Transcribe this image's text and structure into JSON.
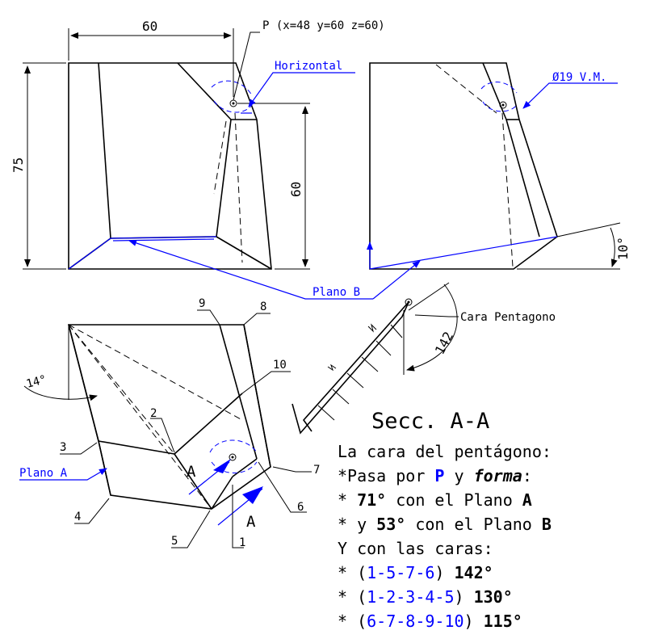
{
  "dimensions": {
    "width_60_top": "60",
    "height_75": "75",
    "height_60": "60",
    "angle_10": "10°",
    "angle_14": "14°",
    "angle_142": "142"
  },
  "callouts": {
    "point_p": "P (x=48 y=60 z=60)",
    "horizontal": "Horizontal",
    "hole": "Ø19 V.M.",
    "plano_b": "Plano B",
    "plano_a": "Plano A",
    "cara_pentagono": "Cara Pentagono",
    "section_letter_a1": "A",
    "section_letter_a2": "A"
  },
  "vertex_labels": [
    "1",
    "2",
    "3",
    "4",
    "5",
    "6",
    "7",
    "8",
    "9",
    "10"
  ],
  "notes": {
    "title": "Secc. A-A",
    "line1": "La cara del pentágono:",
    "line2_prefix": "*Pasa por ",
    "line2_p": "P",
    "line2_mid": " y ",
    "line2_forma": "forma",
    "line2_end": ":",
    "line3_prefix": "* ",
    "line3_angle": "71°",
    "line3_mid": " con el Plano ",
    "line3_plane": "A",
    "line4_prefix": "* y ",
    "line4_angle": "53°",
    "line4_mid": " con el Plano ",
    "line4_plane": "B",
    "line5": "Y con las caras:",
    "face1_prefix": "* (",
    "face1_seq": "1-5-7-6",
    "face1_close": ") ",
    "face1_angle": "142°",
    "face2_prefix": "* (",
    "face2_seq": "1-2-3-4-5",
    "face2_close": ") ",
    "face2_angle": "130°",
    "face3_prefix": "* (",
    "face3_seq": "6-7-8-9-10",
    "face3_close": ") ",
    "face3_angle": "115°"
  },
  "colors": {
    "ink": "#000000",
    "accent": "#0000ff"
  }
}
